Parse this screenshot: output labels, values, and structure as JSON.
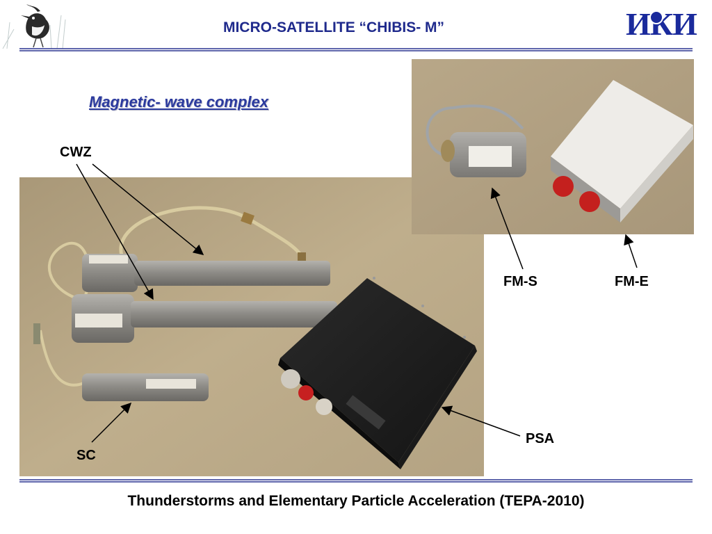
{
  "header": {
    "title": "MICRO-SATELLITE “CHIBIS- M”"
  },
  "logo": {
    "text": "ИКИ"
  },
  "slide": {
    "subtitle": "Magnetic- wave complex"
  },
  "labels": {
    "cwz": "CWZ",
    "sc": "SC",
    "psa": "PSA",
    "fm_s": "FM-S",
    "fm_e": "FM-E"
  },
  "footer": {
    "text": "Thunderstorms and Elementary Particle Acceleration (TEPA-2010)"
  },
  "colors": {
    "title": "#1f2a8c",
    "accent": "#2b3a9e",
    "rule": "#2a3490"
  }
}
